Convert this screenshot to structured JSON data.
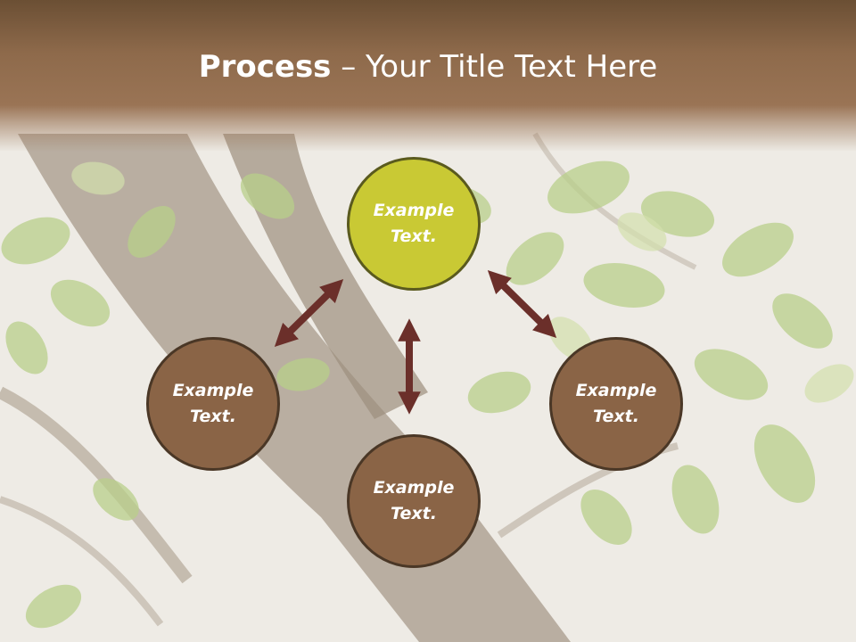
{
  "slide": {
    "title_bold": "Process",
    "title_rest": " – Your Title Text Here"
  },
  "nodes": {
    "top": "Example Text.",
    "left": "Example Text.",
    "right": "Example Text.",
    "bottom": "Example Text."
  },
  "colors": {
    "header": "#8e6a4b",
    "node_brown": "#8a6446",
    "node_green": "#c9c934",
    "arrow": "#6b2f2a"
  }
}
